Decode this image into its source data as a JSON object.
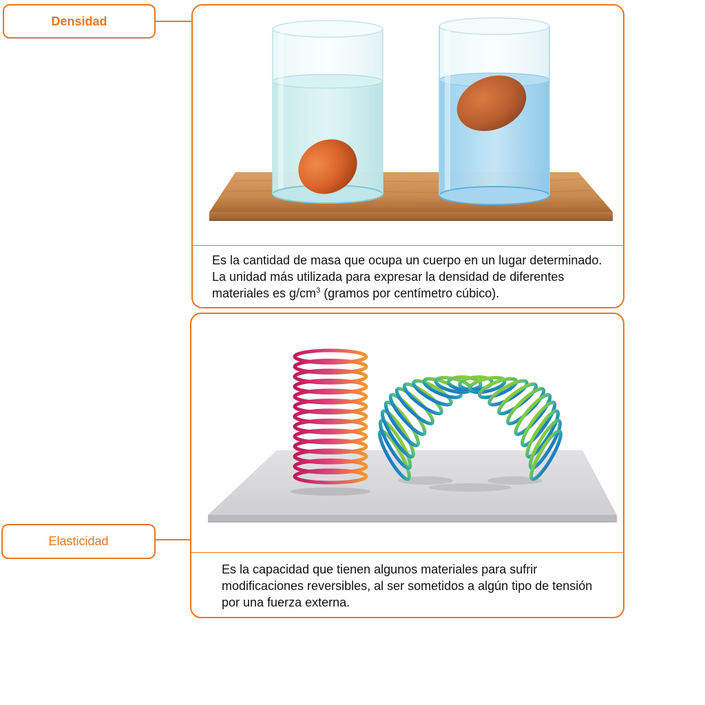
{
  "sections": [
    {
      "label": "Densidad",
      "description_before": "Es la cantidad de masa que ocupa un cuerpo en un lugar determinado. La unidad más utilizada para expresar la densidad de diferentes materiales es g/cm",
      "description_sup": "3",
      "description_after": " (gramos por centímetro cúbico).",
      "image_icon": "eggs-in-water-glasses-icon"
    },
    {
      "label": "Elasticidad",
      "description": "Es la capacidad que tienen algunos materiales para sufrir modificaciones reversibles, al ser sometidos a algún tipo de tensión por una fuerza externa.",
      "image_icon": "slinky-springs-icon"
    }
  ],
  "colors": {
    "accent": "#E87722",
    "text": "#111111",
    "egg": "#D9642A",
    "wood": "#C98A4E",
    "water_fresh": "#CFEFEF",
    "water_salt": "#A9D8F2",
    "surface": "#D6D6D8"
  }
}
